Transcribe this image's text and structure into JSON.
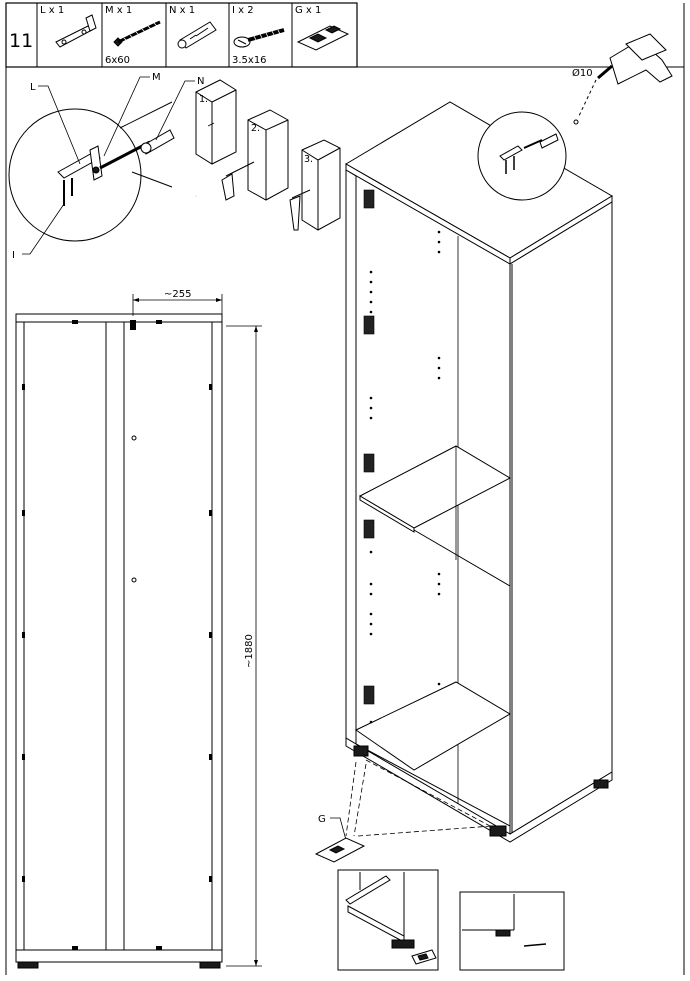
{
  "step_number": "11",
  "parts": [
    {
      "id": "L",
      "qty_label": "L x 1",
      "size": ""
    },
    {
      "id": "M",
      "qty_label": "M x 1",
      "size": "6x60"
    },
    {
      "id": "N",
      "qty_label": "N x 1",
      "size": ""
    },
    {
      "id": "I",
      "qty_label": "I x 2",
      "size": "3.5x16"
    },
    {
      "id": "G",
      "qty_label": "G x 1",
      "size": ""
    }
  ],
  "callouts": {
    "L": "L",
    "M": "M",
    "N": "N",
    "I": "I",
    "G": "G"
  },
  "sub_steps": [
    "1.",
    "2.",
    "3."
  ],
  "drill_label": "Ø10",
  "dimensions": {
    "depth": "~255",
    "height": "~1880"
  }
}
